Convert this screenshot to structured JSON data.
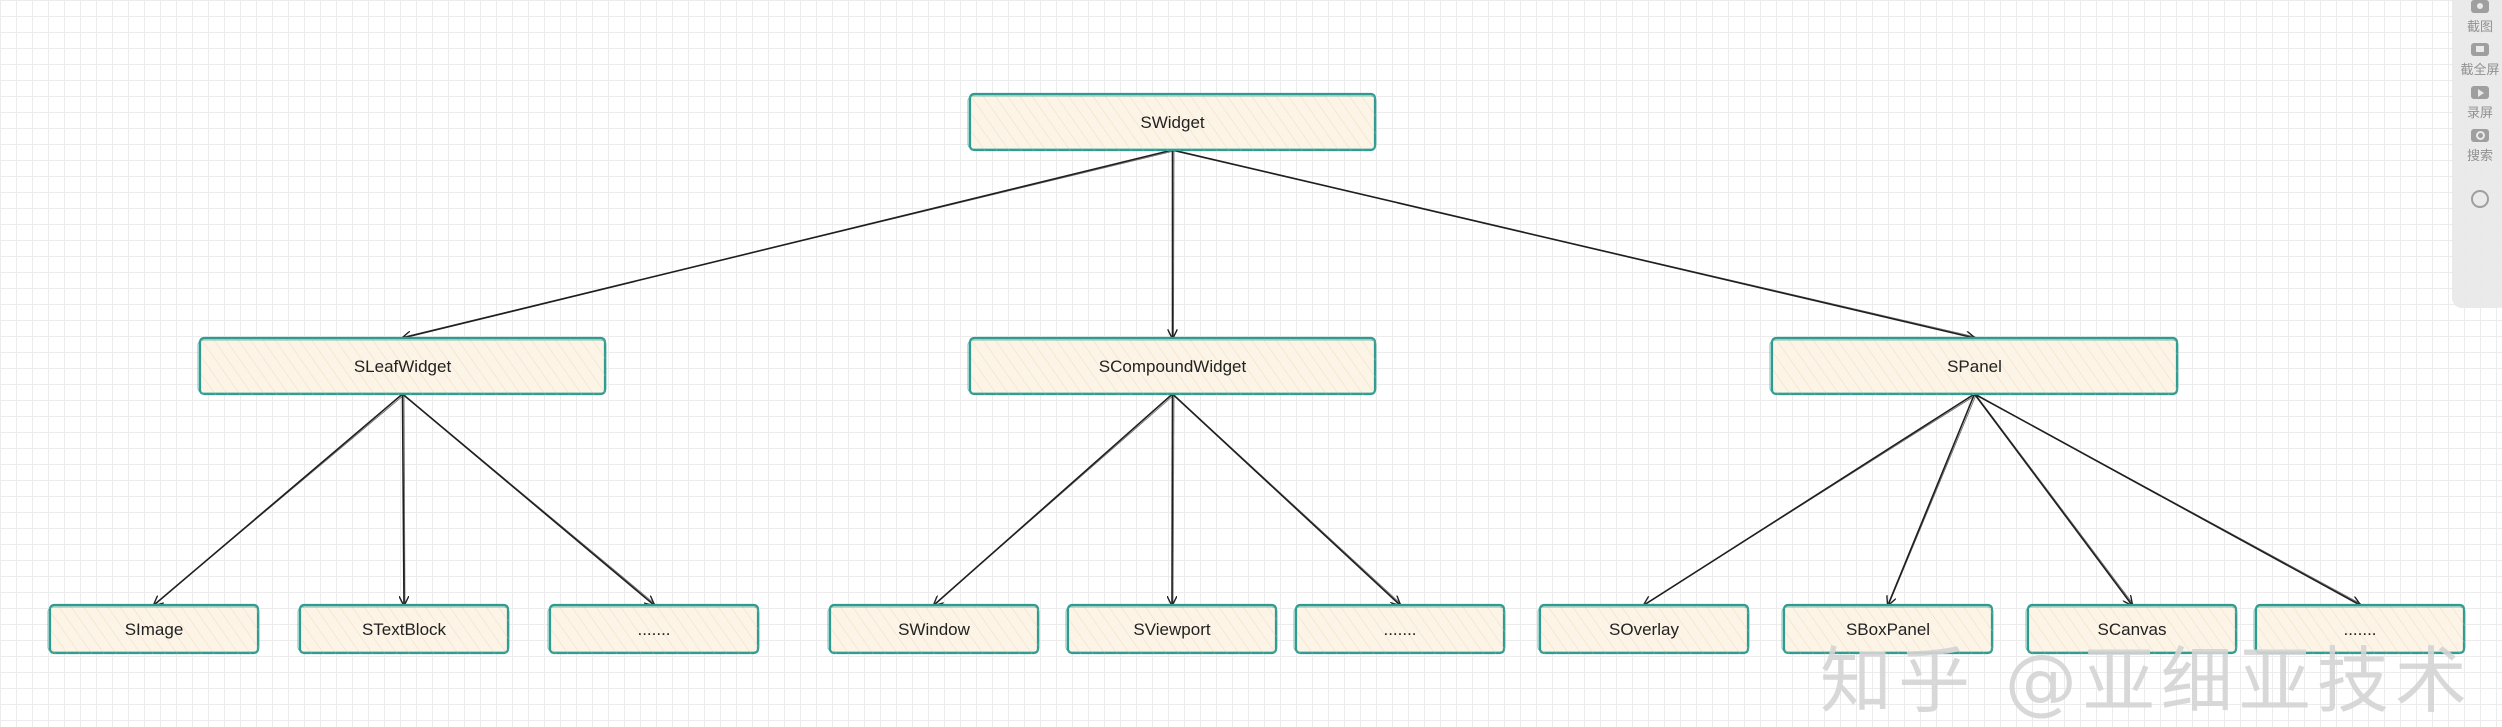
{
  "diagram": {
    "nodes": [
      {
        "id": "swidget",
        "label": "SWidget"
      },
      {
        "id": "sleafwidget",
        "label": "SLeafWidget"
      },
      {
        "id": "scompoundwidget",
        "label": "SCompoundWidget"
      },
      {
        "id": "spanel",
        "label": "SPanel"
      },
      {
        "id": "simage",
        "label": "SImage"
      },
      {
        "id": "stextblock",
        "label": "STextBlock"
      },
      {
        "id": "leaf-more",
        "label": "......."
      },
      {
        "id": "swindow",
        "label": "SWindow"
      },
      {
        "id": "sviewport",
        "label": "SViewport"
      },
      {
        "id": "compound-more",
        "label": "......."
      },
      {
        "id": "soverlay",
        "label": "SOverlay"
      },
      {
        "id": "sboxpanel",
        "label": "SBoxPanel"
      },
      {
        "id": "scanvas",
        "label": "SCanvas"
      },
      {
        "id": "panel-more",
        "label": "......."
      }
    ],
    "edges": [
      [
        "swidget",
        "sleafwidget"
      ],
      [
        "swidget",
        "scompoundwidget"
      ],
      [
        "swidget",
        "spanel"
      ],
      [
        "sleafwidget",
        "simage"
      ],
      [
        "sleafwidget",
        "stextblock"
      ],
      [
        "sleafwidget",
        "leaf-more"
      ],
      [
        "scompoundwidget",
        "swindow"
      ],
      [
        "scompoundwidget",
        "sviewport"
      ],
      [
        "scompoundwidget",
        "compound-more"
      ],
      [
        "spanel",
        "soverlay"
      ],
      [
        "spanel",
        "sboxpanel"
      ],
      [
        "spanel",
        "scanvas"
      ],
      [
        "spanel",
        "panel-more"
      ]
    ]
  },
  "toolbar": {
    "items": [
      {
        "label": "截图",
        "icon": "camera-icon"
      },
      {
        "label": "截全屏",
        "icon": "fullscreen-icon"
      },
      {
        "label": "录屏",
        "icon": "record-icon"
      },
      {
        "label": "搜索",
        "icon": "search-icon"
      },
      {
        "label": "",
        "icon": "settings-icon"
      }
    ]
  },
  "watermark": "知乎 @亚细亚技术"
}
